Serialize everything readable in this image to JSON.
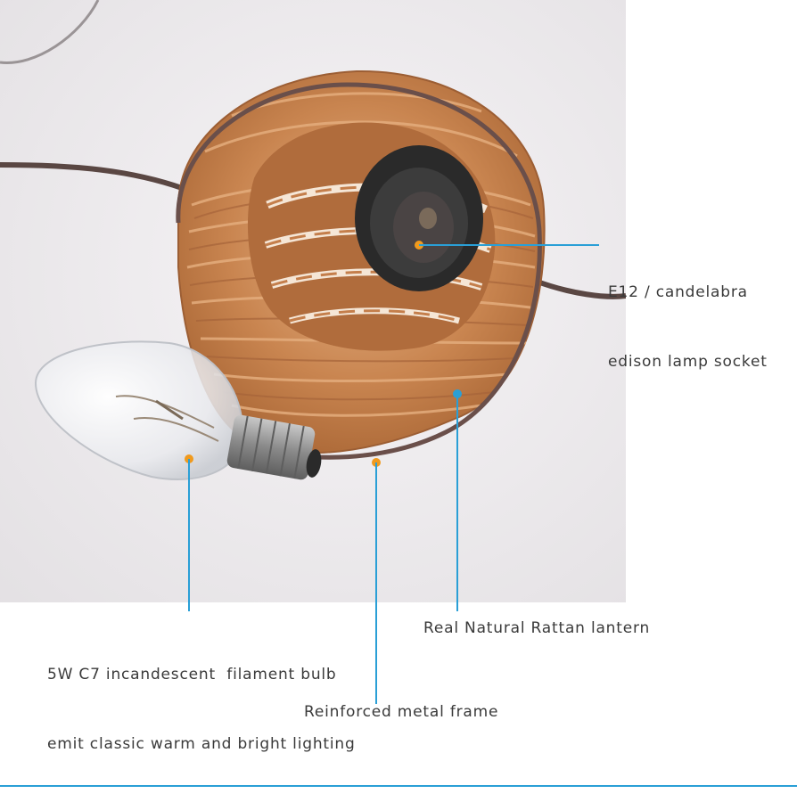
{
  "product_image": {
    "icon": "rattan-lantern-photo",
    "colors": {
      "background": "#efedef",
      "rattan": "#c7824d",
      "frame_wire": "#6a4f4a",
      "cord": "#5a4743",
      "socket": "#2a2a2a",
      "orange_dot": "#f09a1e",
      "blue_dot": "#2a9fd6"
    }
  },
  "callouts": {
    "socket": {
      "line1": "E12 / candelabra",
      "line2": "edison lamp socket"
    },
    "bulb": {
      "line1": "5W C7 incandescent  filament bulb",
      "line2": "emit classic warm and bright lighting"
    },
    "lantern": {
      "text": "Real Natural Rattan lantern"
    },
    "frame": {
      "text": "Reinforced metal frame"
    }
  },
  "accent_color": "#2a9fd6"
}
